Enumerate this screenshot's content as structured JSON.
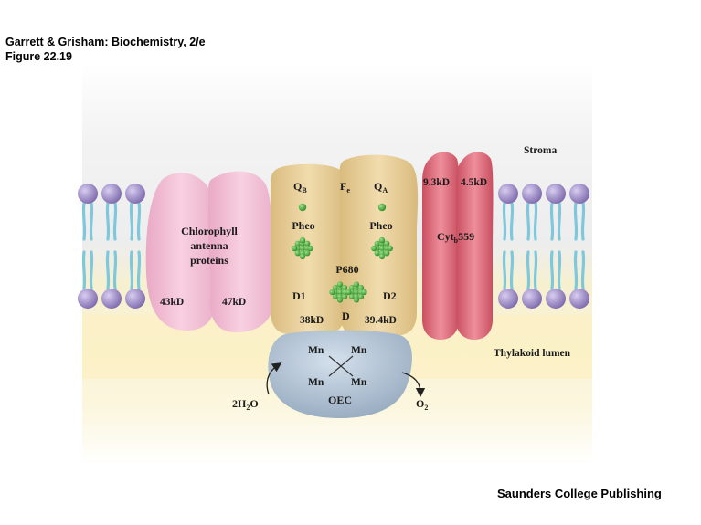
{
  "header": {
    "line1": "Garrett & Grisham: Biochemistry, 2/e",
    "line2": "Figure 22.19"
  },
  "publisher": "Saunders College Publishing",
  "regions": {
    "stroma": "Stroma",
    "lumen": "Thylakoid lumen"
  },
  "antenna": {
    "line1": "Chlorophyll",
    "line2": "antenna",
    "line3": "proteins",
    "left_mass": "43kD",
    "right_mass": "47kD"
  },
  "core": {
    "qb": "Q",
    "qb_sub": "B",
    "fe": "F",
    "fe_sub": "e",
    "qa": "Q",
    "qa_sub": "A",
    "pheo_left": "Pheo",
    "pheo_right": "Pheo",
    "p680": "P680",
    "d1": "D1",
    "d2": "D2",
    "mass_left": "38kD",
    "d_label": "D",
    "mass_right": "39.4kD"
  },
  "cyt": {
    "mass_left": "9.3kD",
    "mass_right": "4.5kD",
    "name": "Cyt",
    "name_sub": "b",
    "name_num": "559"
  },
  "oec": {
    "mn1": "Mn",
    "mn2": "Mn",
    "mn3": "Mn",
    "mn4": "Mn",
    "label": "OEC"
  },
  "reactions": {
    "water_pre": "2H",
    "water_sub": "2",
    "water_post": "O",
    "oxygen": "O",
    "oxygen_sub": "2"
  },
  "colors": {
    "lipid_head": "#9a88c4",
    "lipid_tail": "#7fc8dc",
    "lumen": "#fbf2c8",
    "antenna": "#f3bed5",
    "core": "#ead2a0",
    "cyt": "#e0707e",
    "oec": "#b6c6d6",
    "pigment": "#4caf3c"
  }
}
